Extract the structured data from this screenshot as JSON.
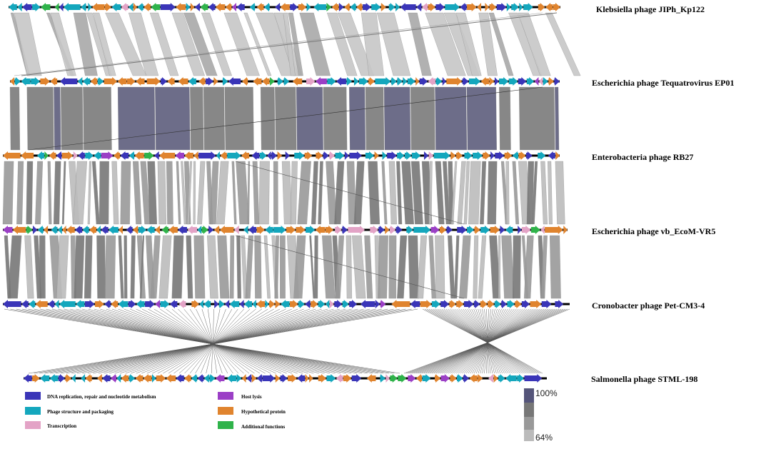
{
  "genomes": [
    {
      "name": "Klebsiella phage JIPh_Kp122"
    },
    {
      "name": "Escherichia phage Tequatrovirus EP01"
    },
    {
      "name": "Enterobacteria phage RB27"
    },
    {
      "name": "Escherichia phage vb_EcoM-VR5"
    },
    {
      "name": "Cronobacter phage Pet-CM3-4"
    },
    {
      "name": "Salmonella phage STML-198"
    }
  ],
  "legend": [
    {
      "label": "DNA replication, repair and nucleotide metabolism",
      "color": "#3a35b8"
    },
    {
      "label": "Phage structure and packaging",
      "color": "#14a7bd"
    },
    {
      "label": "Transcription",
      "color": "#e3a3c6"
    },
    {
      "label": "Host lysis",
      "color": "#9b3fc6"
    },
    {
      "label": "Hypothetical protein",
      "color": "#e0842e"
    },
    {
      "label": "Additional functions",
      "color": "#2fb34a"
    }
  ],
  "identity_scale": {
    "max_label": "100%",
    "min_label": "64%",
    "colors": [
      "#55557a",
      "#777777",
      "#999999",
      "#bbbbbb"
    ]
  }
}
